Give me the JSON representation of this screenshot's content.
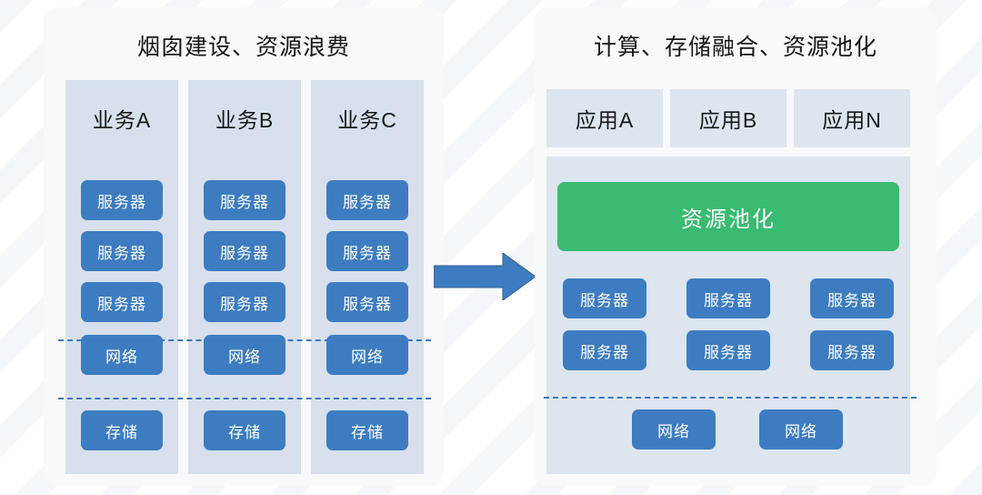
{
  "left_panel": {
    "title": "烟囱建设、资源浪费",
    "columns": [
      {
        "name": "业务A",
        "servers": [
          "服务器",
          "服务器",
          "服务器"
        ],
        "network": "网络",
        "storage": "存储"
      },
      {
        "name": "业务B",
        "servers": [
          "服务器",
          "服务器",
          "服务器"
        ],
        "network": "网络",
        "storage": "存储"
      },
      {
        "name": "业务C",
        "servers": [
          "服务器",
          "服务器",
          "服务器"
        ],
        "network": "网络",
        "storage": "存储"
      }
    ]
  },
  "arrow": {
    "icon": "right-arrow-icon",
    "color": "#3d7cc0"
  },
  "right_panel": {
    "title": "计算、存储融合、资源池化",
    "apps": [
      "应用A",
      "应用B",
      "应用N"
    ],
    "pool": {
      "label": "资源池化",
      "color": "#39bb71"
    },
    "servers": [
      "服务器",
      "服务器",
      "服务器",
      "服务器",
      "服务器",
      "服务器"
    ],
    "networks": [
      "网络",
      "网络"
    ]
  },
  "colors": {
    "server_blue": "#3d7cc0",
    "panel_bg": "#f8f9fa",
    "block_bg": "#d7e0ec",
    "app_bg": "#dde5ef",
    "pool_green": "#39bb71",
    "dashed_line": "#3f77c4"
  }
}
